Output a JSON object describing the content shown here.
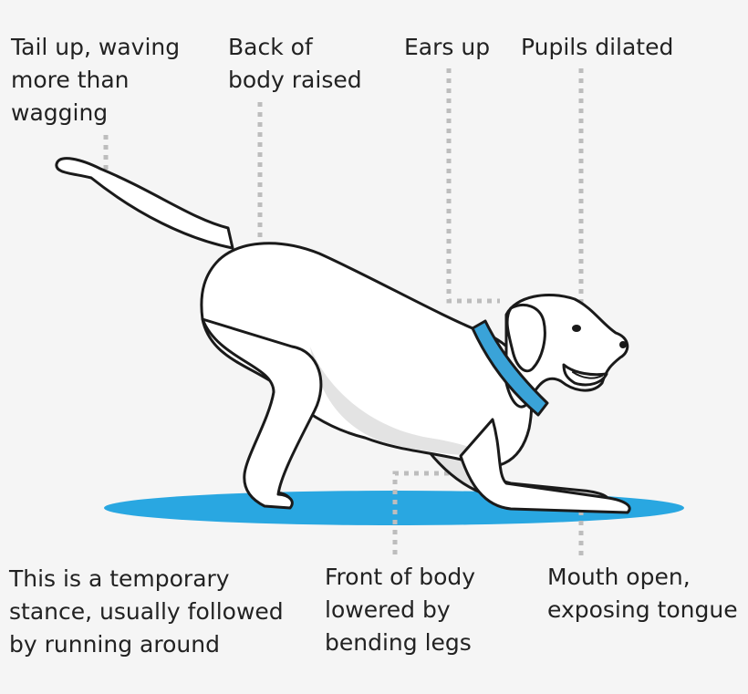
{
  "labels": {
    "tail": "Tail up, waving\nmore than\nwagging",
    "back": "Back of\nbody raised",
    "ears": "Ears up",
    "pupils": "Pupils dilated",
    "stance": "This is a temporary\nstance, usually followed\nby running around",
    "front": "Front of body\nlowered by\nbending legs",
    "mouth": "Mouth open,\nexposing tongue"
  },
  "colors": {
    "background": "#f5f5f5",
    "shadow": "#29a7e1",
    "collar": "#3aa3d8",
    "dog_fill": "#ffffff",
    "dog_shade": "#e3e3e3",
    "outline": "#1a1a1a",
    "leader": "#bdbdbd"
  }
}
